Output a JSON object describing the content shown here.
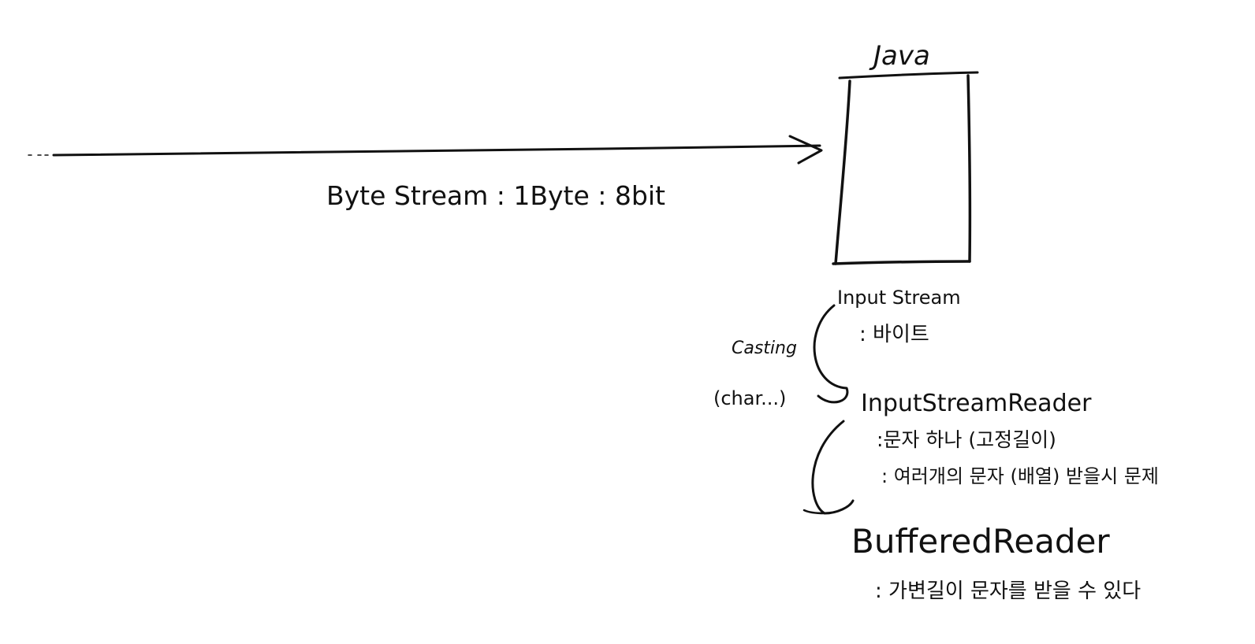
{
  "ink_color": "#111111",
  "background_color": "#ffffff",
  "box_title": "Java",
  "byte_stream_label": "Byte Stream : 1Byte : 8bit",
  "input_stream": {
    "title": "Input Stream",
    "desc": ": 바이트"
  },
  "casting": {
    "line1": "Casting",
    "line2": "(char...)"
  },
  "input_stream_reader": {
    "title": "InputStreamReader",
    "desc1": ":문자 하나 (고정길이)",
    "desc2": ": 여러개의 문자 (배열) 받을시 문제"
  },
  "buffered_reader": {
    "title": "BufferedReader",
    "desc": ": 가변길이 문자를 받을 수 있다"
  }
}
